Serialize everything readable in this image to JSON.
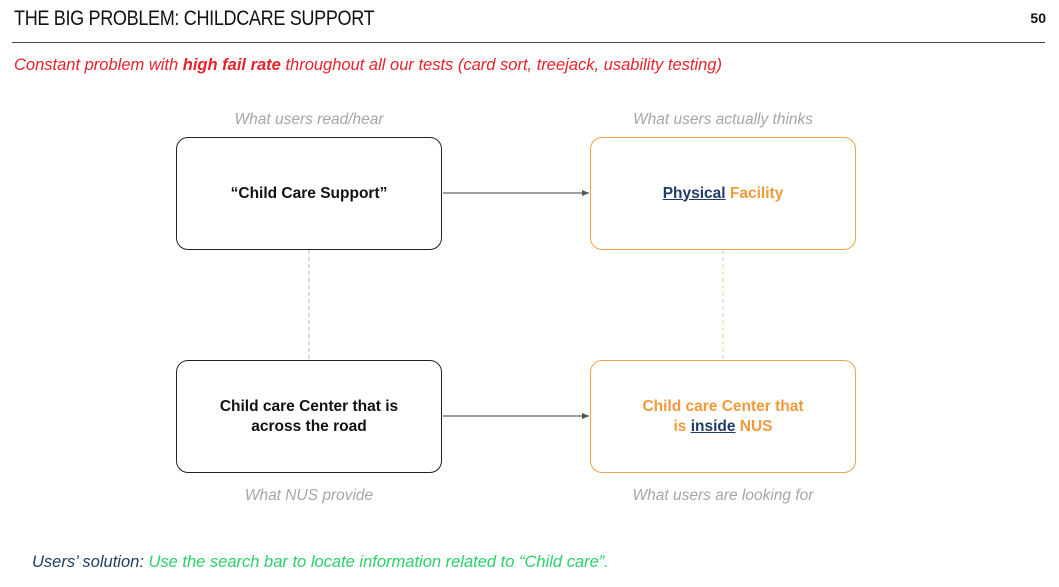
{
  "header": {
    "title": "THE BIG PROBLEM: CHILDCARE SUPPORT",
    "page_number": "50"
  },
  "subtitle": {
    "prefix": "Constant problem with ",
    "emphasis": "high fail rate",
    "suffix": " throughout all our tests (card sort, treejack, usability testing)"
  },
  "diagram": {
    "caption_top_left": "What users read/hear",
    "caption_top_right": "What users actually thinks",
    "caption_bottom_left": "What NUS provide",
    "caption_bottom_right": "What users are looking for",
    "box_read": "“Child Care Support”",
    "box_think": {
      "underlined": "Physical",
      "rest": " Facility"
    },
    "box_provide": {
      "line1": "Child care Center that is",
      "line2": "across the road"
    },
    "box_looking": {
      "line1": "Child care Center that",
      "line2_prefix": "is ",
      "line2_underlined": "inside",
      "line2_suffix": " NUS"
    }
  },
  "solution": {
    "label": "Users’ solution",
    "separator": ": ",
    "text": "Use the search bar to locate information related to “Child care”."
  },
  "colors": {
    "accent_red": "#e8212d",
    "orange": "#f29a3a",
    "navy": "#1f3c66",
    "green": "#2bd06a",
    "caption_gray": "#a6a6a6"
  }
}
